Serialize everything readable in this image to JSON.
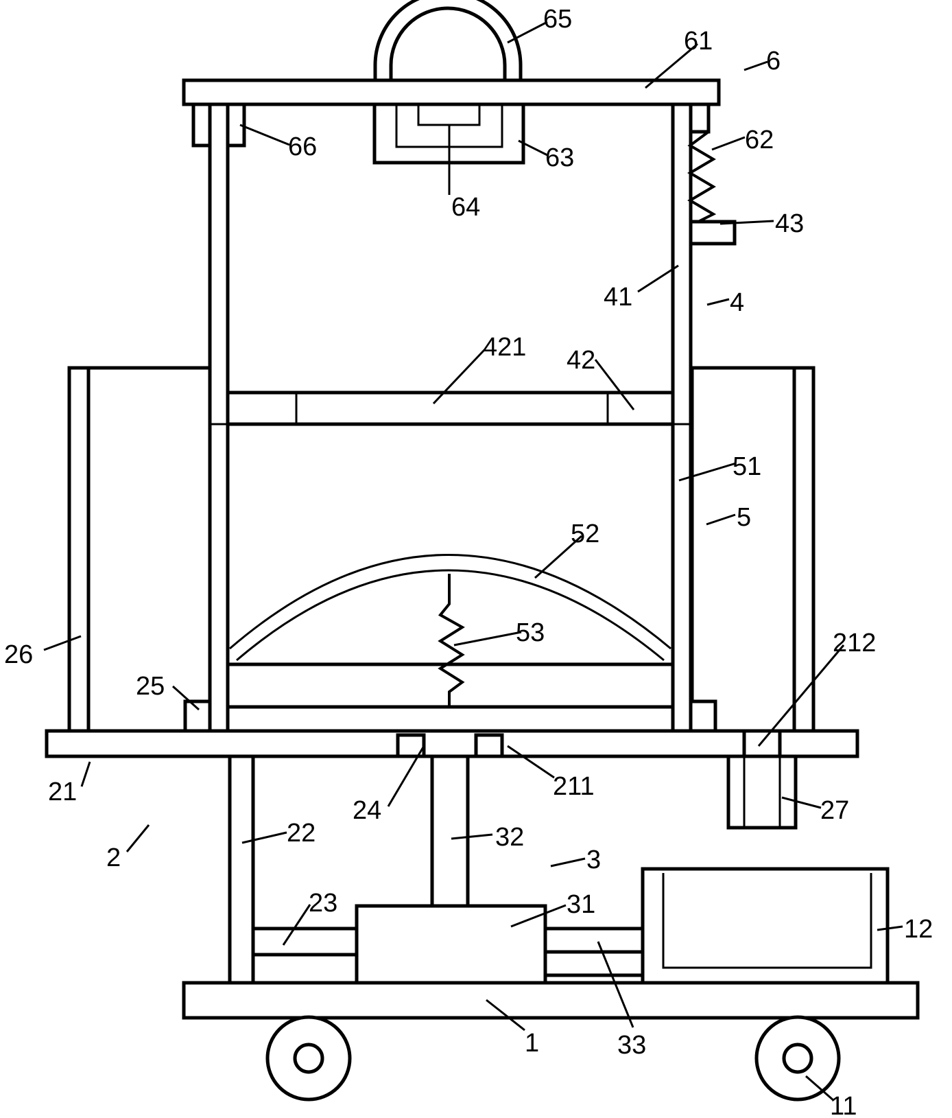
{
  "labels": {
    "l1": "1",
    "l11": "11",
    "l12": "12",
    "l2": "2",
    "l21": "21",
    "l211": "211",
    "l212": "212",
    "l22": "22",
    "l23": "23",
    "l24": "24",
    "l25": "25",
    "l26": "26",
    "l27": "27",
    "l3": "3",
    "l31": "31",
    "l32": "32",
    "l33": "33",
    "l4": "4",
    "l41": "41",
    "l42": "42",
    "l421": "421",
    "l43": "43",
    "l5": "5",
    "l51": "51",
    "l52": "52",
    "l53": "53",
    "l6": "6",
    "l61": "61",
    "l62": "62",
    "l63": "63",
    "l64": "64",
    "l65": "65",
    "l66": "66"
  }
}
